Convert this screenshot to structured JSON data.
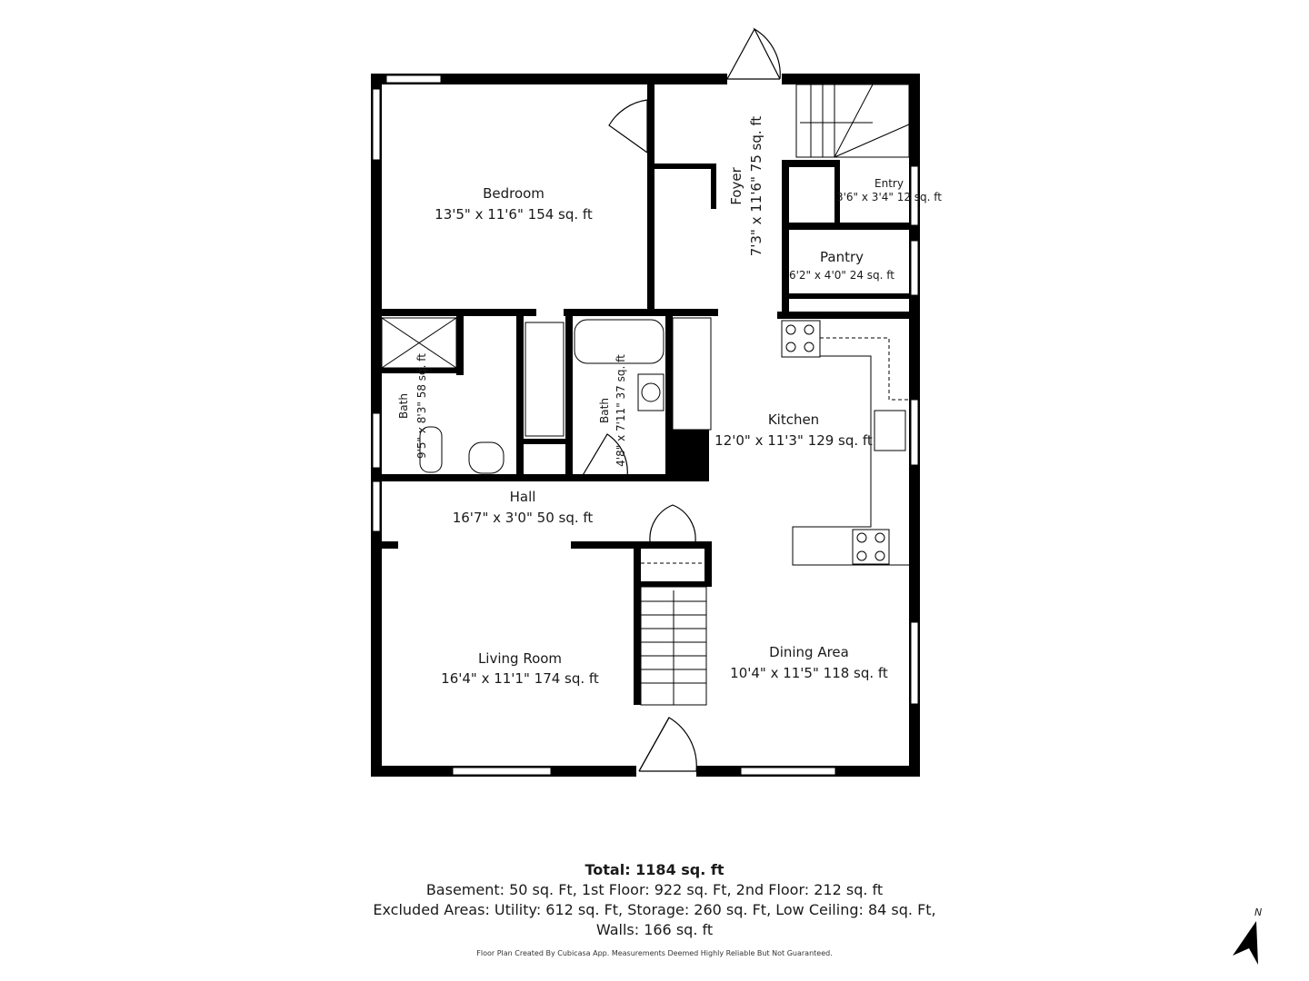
{
  "rooms": {
    "bedroom": {
      "name": "Bedroom",
      "dims": "13'5\" x 11'6\" 154 sq. ft"
    },
    "foyer": {
      "name": "Foyer",
      "dims": "7'3\" x 11'6\" 75 sq. ft"
    },
    "entry": {
      "name": "Entry",
      "dims": "3'6\" x 3'4\" 12 sq. ft"
    },
    "pantry": {
      "name": "Pantry",
      "dims": "6'2\" x 4'0\" 24 sq. ft"
    },
    "bath1": {
      "name": "Bath",
      "dims": "9'5\" x 8'3\" 58 sq. ft"
    },
    "bath2": {
      "name": "Bath",
      "dims": "4'8\" x 7'11\" 37 sq. ft"
    },
    "kitchen": {
      "name": "Kitchen",
      "dims": "12'0\" x 11'3\" 129 sq. ft"
    },
    "hall": {
      "name": "Hall",
      "dims": "16'7\" x 3'0\" 50 sq. ft"
    },
    "living": {
      "name": "Living Room",
      "dims": "16'4\" x 11'1\" 174 sq. ft"
    },
    "dining": {
      "name": "Dining Area",
      "dims": "10'4\" x 11'5\" 118 sq. ft"
    }
  },
  "summary": {
    "total": "Total: 1184 sq. ft",
    "line1": "Basement: 50 sq. Ft, 1st Floor: 922 sq. Ft, 2nd Floor: 212 sq. ft",
    "line2": "Excluded Areas: Utility: 612 sq. Ft, Storage: 260 sq. Ft, Low Ceiling: 84 sq. Ft,",
    "line3": "Walls: 166 sq. ft"
  },
  "credit": "Floor Plan Created By Cubicasa App. Measurements Deemed Highly Reliable But Not Guaranteed.",
  "north_label": "N",
  "colors": {
    "wall": "#000000",
    "fixture": "#333333",
    "background": "#ffffff"
  }
}
